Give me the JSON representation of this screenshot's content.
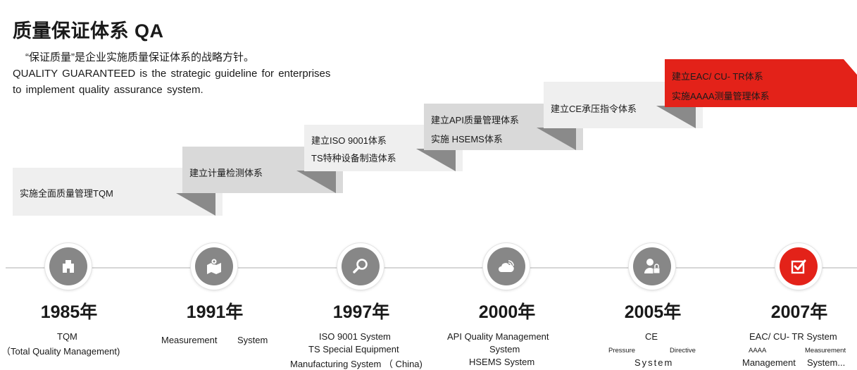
{
  "title": "质量保证体系 QA",
  "intro": {
    "cn": "“保证质量”是企业实施质量保证体系的战略方针。",
    "en_line1": "QUALITY  GUARANTEED  is the strategic  guideline  for enterprises",
    "en_line2": "to implement  quality assurance system."
  },
  "steps": [
    {
      "lines": [
        "实施全面质量管理TQM"
      ]
    },
    {
      "lines": [
        "建立计量检测体系"
      ]
    },
    {
      "lines": [
        "建立ISO  9001体系",
        "TS特种设备制造体系"
      ]
    },
    {
      "lines": [
        "建立API质量管理体系",
        "实施 HSEMS体系"
      ]
    },
    {
      "lines": [
        "建立CE承压指令体系"
      ]
    },
    {
      "lines": [
        "建立EAC/ CU- TR体系",
        "实施AAAA测量管理体系"
      ]
    }
  ],
  "milestones": [
    {
      "year": "1985年",
      "icon": "building-icon",
      "desc": [
        "TQM",
        "（Total Quality Management)"
      ]
    },
    {
      "year": "1991年",
      "icon": "map-location-icon",
      "desc": [
        "Measurement",
        "System"
      ]
    },
    {
      "year": "1997年",
      "icon": "magnifier-icon",
      "desc": [
        "ISO  9001 System",
        "TS  Special  Equipment",
        "Manufacturing   System  （ China)"
      ]
    },
    {
      "year": "2000年",
      "icon": "cloud-wifi-icon",
      "desc": [
        "API   Quality  Management",
        "System",
        "HSEMS    System"
      ]
    },
    {
      "year": "2005年",
      "icon": "user-lock-icon",
      "desc": [
        "CE",
        "Pressure",
        "Directive",
        "System"
      ]
    },
    {
      "year": "2007年",
      "icon": "checkbox-icon",
      "desc": [
        "EAC/ CU- TR  System",
        "AAAA",
        "Measurement",
        "Management",
        "System..."
      ]
    }
  ],
  "colors": {
    "grey_icon": "#878787",
    "accent_red": "#e32219",
    "fold_grey": "#8a8a8a"
  }
}
